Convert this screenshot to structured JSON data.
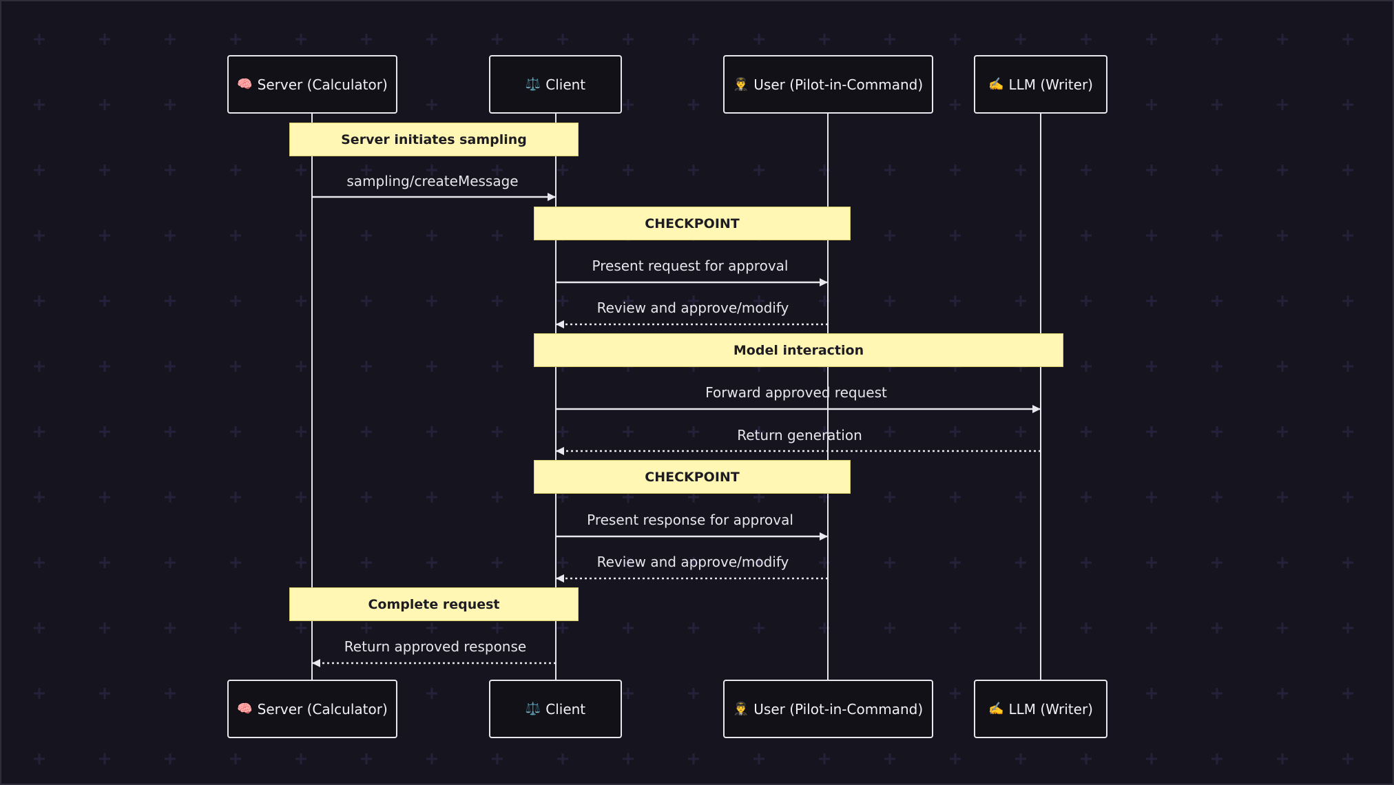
{
  "actors": [
    {
      "id": "server",
      "emoji": "🧠",
      "label": "Server (Calculator)"
    },
    {
      "id": "client",
      "emoji": "⚖️",
      "label": "Client"
    },
    {
      "id": "user",
      "emoji": "👨‍✈️",
      "label": "User (Pilot-in-Command)"
    },
    {
      "id": "llm",
      "emoji": "✍️",
      "label": "LLM (Writer)"
    }
  ],
  "notes": [
    {
      "text": "Server initiates sampling"
    },
    {
      "text": "CHECKPOINT"
    },
    {
      "text": "Model interaction"
    },
    {
      "text": "CHECKPOINT"
    },
    {
      "text": "Complete request"
    }
  ],
  "messages": [
    {
      "text": "sampling/createMessage",
      "from": "server",
      "to": "client",
      "style": "solid"
    },
    {
      "text": "Present request for approval",
      "from": "client",
      "to": "user",
      "style": "solid"
    },
    {
      "text": "Review and approve/modify",
      "from": "user",
      "to": "client",
      "style": "dashed"
    },
    {
      "text": "Forward approved request",
      "from": "client",
      "to": "llm",
      "style": "solid"
    },
    {
      "text": "Return generation",
      "from": "llm",
      "to": "client",
      "style": "dashed"
    },
    {
      "text": "Present response for approval",
      "from": "client",
      "to": "user",
      "style": "solid"
    },
    {
      "text": "Review and approve/modify",
      "from": "user",
      "to": "client",
      "style": "dashed"
    },
    {
      "text": "Return approved response",
      "from": "client",
      "to": "server",
      "style": "dashed"
    }
  ],
  "colors": {
    "background": "#16141f",
    "line": "#e8e8ee",
    "note_fill": "#fff7b3",
    "actor_fill": "#121117"
  }
}
